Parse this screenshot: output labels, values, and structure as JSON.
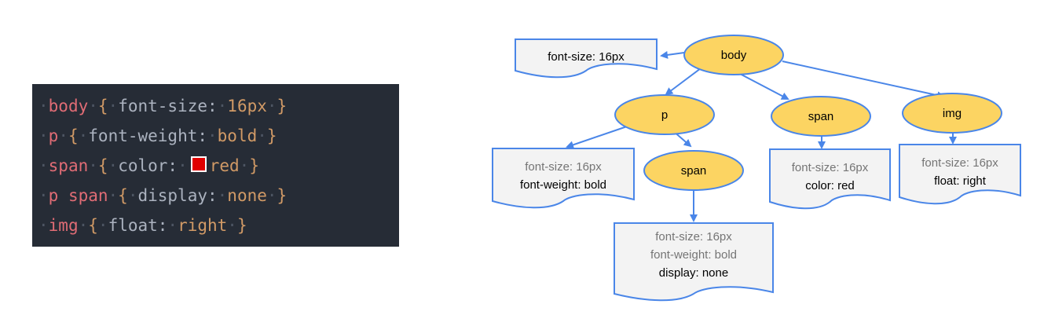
{
  "colors": {
    "code_background": "#262c36",
    "selector": "#e06c75",
    "brace": "#d19a66",
    "property": "#abb2bf",
    "value": "#d19a66",
    "whitespace_dot": "#4d5563",
    "node_fill": "#fcd462",
    "stroke": "#4a86e8",
    "doc_fill": "#f3f3f3",
    "inherited_text": "#757575",
    "own_text": "#000000",
    "red_swatch": "#e00000"
  },
  "code": {
    "lines": [
      {
        "selector": "body",
        "open": "{",
        "property": "font-size:",
        "value": "16px",
        "close": "}"
      },
      {
        "selector": "p",
        "open": "{",
        "property": "font-weight:",
        "value": "bold",
        "close": "}"
      },
      {
        "selector": "span",
        "open": "{",
        "property": "color:",
        "value": "red",
        "close": "}",
        "swatch": "#e00000"
      },
      {
        "selector": "p span",
        "open": "{",
        "property": "display:",
        "value": "none",
        "close": "}"
      },
      {
        "selector": "img",
        "open": "{",
        "property": "float:",
        "value": "right",
        "close": "}"
      }
    ]
  },
  "diagram": {
    "nodes": {
      "body": "body",
      "p": "p",
      "span_in_p": "span",
      "span": "span",
      "img": "img"
    },
    "docs": {
      "body": [
        {
          "text": "font-size: 16px",
          "inherited": false
        }
      ],
      "p": [
        {
          "text": "font-size: 16px",
          "inherited": true
        },
        {
          "text": "font-weight: bold",
          "inherited": false
        }
      ],
      "span_in_p": [
        {
          "text": "font-size: 16px",
          "inherited": true
        },
        {
          "text": "font-weight: bold",
          "inherited": true
        },
        {
          "text": "display: none",
          "inherited": false
        }
      ],
      "span": [
        {
          "text": "font-size: 16px",
          "inherited": true
        },
        {
          "text": "color: red",
          "inherited": false
        }
      ],
      "img": [
        {
          "text": "font-size: 16px",
          "inherited": true
        },
        {
          "text": "float: right",
          "inherited": false
        }
      ]
    }
  }
}
